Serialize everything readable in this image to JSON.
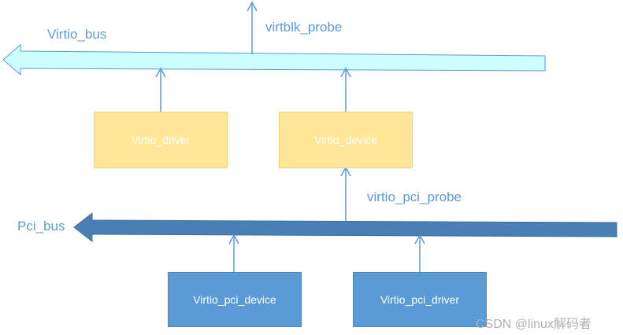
{
  "labels": {
    "virtio_bus": "Virtio_bus",
    "virtblk_probe": "virtblk_probe",
    "virtio_pci_probe": "virtio_pci_probe",
    "pci_bus": "Pci_bus"
  },
  "boxes": {
    "virtio_driver": "Virtio_driver",
    "virtio_device": "Virtio_device",
    "virtio_pci_device": "Virtio_pci_device",
    "virtio_pci_driver": "Virtio_pci_driver"
  },
  "watermark": "CSDN @linux解码者",
  "colors": {
    "virtio_bus_fill": "#ccffff",
    "arrow_line": "#5b9bd5",
    "pci_bus_fill": "#4a7fb5",
    "yellow_box": "#ffe699",
    "blue_box": "#5b9bd5"
  }
}
